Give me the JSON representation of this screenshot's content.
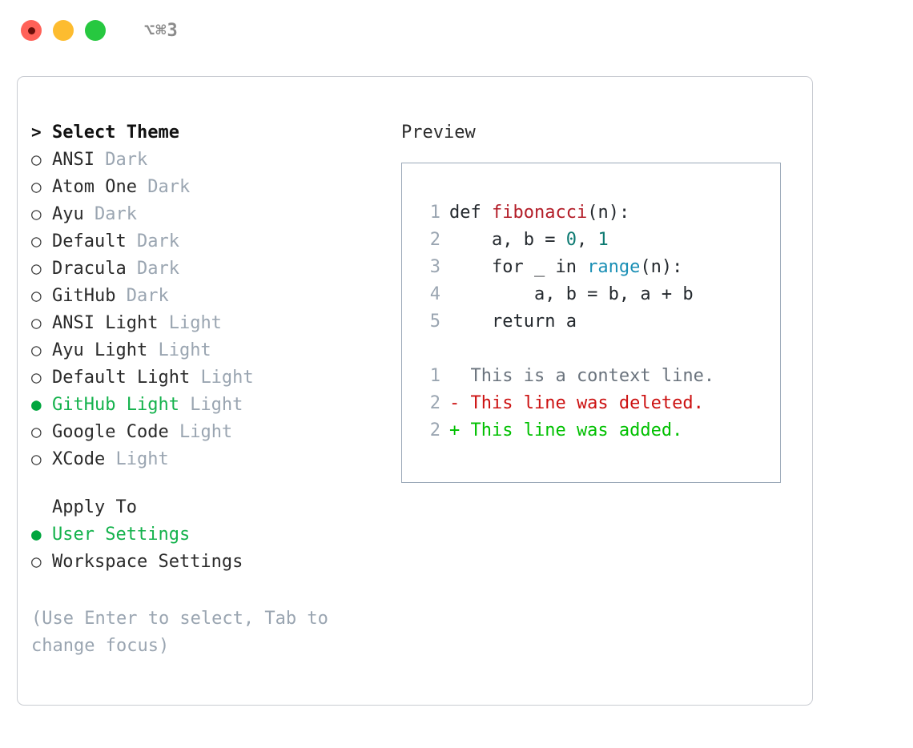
{
  "titlebar": {
    "shortcut": "⌥⌘3",
    "lights": [
      "close-red",
      "minimize-yellow",
      "zoom-green"
    ]
  },
  "theme_picker": {
    "header_caret": ">",
    "header": "Select Theme",
    "bullet_unselected": "○",
    "bullet_selected": "●",
    "items": [
      {
        "name": "ANSI",
        "variant": "Dark",
        "selected": false
      },
      {
        "name": "Atom One",
        "variant": "Dark",
        "selected": false
      },
      {
        "name": "Ayu",
        "variant": "Dark",
        "selected": false
      },
      {
        "name": "Default",
        "variant": "Dark",
        "selected": false
      },
      {
        "name": "Dracula",
        "variant": "Dark",
        "selected": false
      },
      {
        "name": "GitHub",
        "variant": "Dark",
        "selected": false
      },
      {
        "name": "ANSI Light",
        "variant": "Light",
        "selected": false
      },
      {
        "name": "Ayu Light",
        "variant": "Light",
        "selected": false
      },
      {
        "name": "Default Light",
        "variant": "Light",
        "selected": false
      },
      {
        "name": "GitHub Light",
        "variant": "Light",
        "selected": true
      },
      {
        "name": "Google Code",
        "variant": "Light",
        "selected": false
      },
      {
        "name": "XCode",
        "variant": "Light",
        "selected": false
      }
    ]
  },
  "apply_to": {
    "header": "Apply To",
    "items": [
      {
        "name": "User Settings",
        "selected": true
      },
      {
        "name": "Workspace Settings",
        "selected": false
      }
    ]
  },
  "hint": "(Use Enter to select, Tab to change focus)",
  "preview": {
    "label": "Preview",
    "code_lines": [
      {
        "no": "1",
        "parts": [
          {
            "t": "def ",
            "c": "code-body"
          },
          {
            "t": "fibonacci",
            "c": "tok-fn"
          },
          {
            "t": "(n):",
            "c": "code-body"
          }
        ]
      },
      {
        "no": "2",
        "parts": [
          {
            "t": "    a, b = ",
            "c": "code-body"
          },
          {
            "t": "0",
            "c": "tok-num"
          },
          {
            "t": ", ",
            "c": "code-body"
          },
          {
            "t": "1",
            "c": "tok-num"
          }
        ]
      },
      {
        "no": "3",
        "parts": [
          {
            "t": "    for _ in ",
            "c": "code-body"
          },
          {
            "t": "range",
            "c": "tok-call"
          },
          {
            "t": "(n):",
            "c": "code-body"
          }
        ]
      },
      {
        "no": "4",
        "parts": [
          {
            "t": "        a, b = b, a + b",
            "c": "code-body"
          }
        ]
      },
      {
        "no": "5",
        "parts": [
          {
            "t": "    return a",
            "c": "code-body"
          }
        ]
      }
    ],
    "diff_lines": [
      {
        "no": "1",
        "text": "  This is a context line.",
        "c": "diff-ctx"
      },
      {
        "no": "2",
        "text": "- This line was deleted.",
        "c": "diff-del"
      },
      {
        "no": "2",
        "text": "+ This line was added.",
        "c": "diff-add"
      }
    ]
  },
  "colors": {
    "accent_green": "#14b24c",
    "selected_bullet": "#00a63e",
    "muted_gray": "#9aa5b1",
    "panel_border": "#c9ccd2",
    "code_border": "#9aa8b8",
    "diff_delete": "#cc1111",
    "diff_add": "#00c000",
    "token_function": "#b31d28",
    "token_number": "#0d7a72",
    "token_call": "#1a8fb5"
  }
}
